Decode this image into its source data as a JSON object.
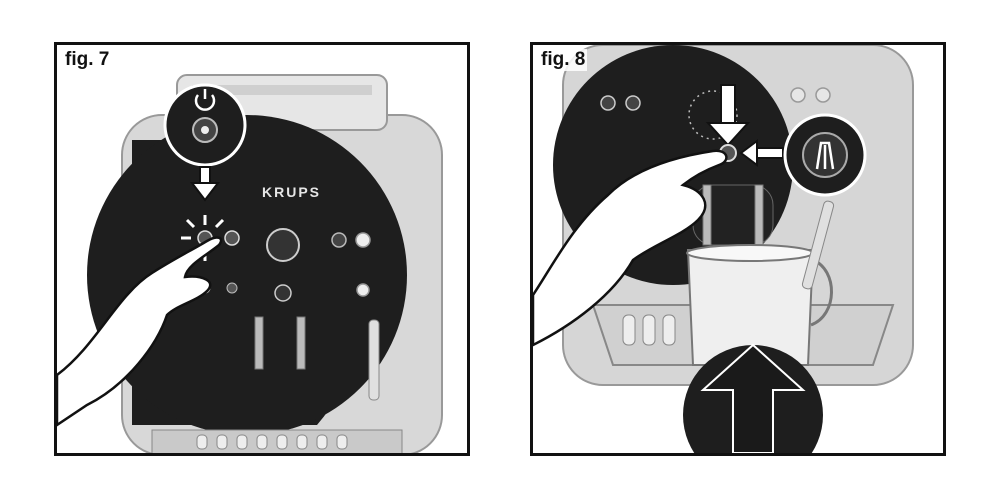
{
  "figures": [
    {
      "label": "fig. 7",
      "brand": "KRUPS"
    },
    {
      "label": "fig. 8"
    }
  ],
  "icons": {
    "fig7_callout": "power-button-icon",
    "fig8_callout": "steam-button-icon"
  }
}
